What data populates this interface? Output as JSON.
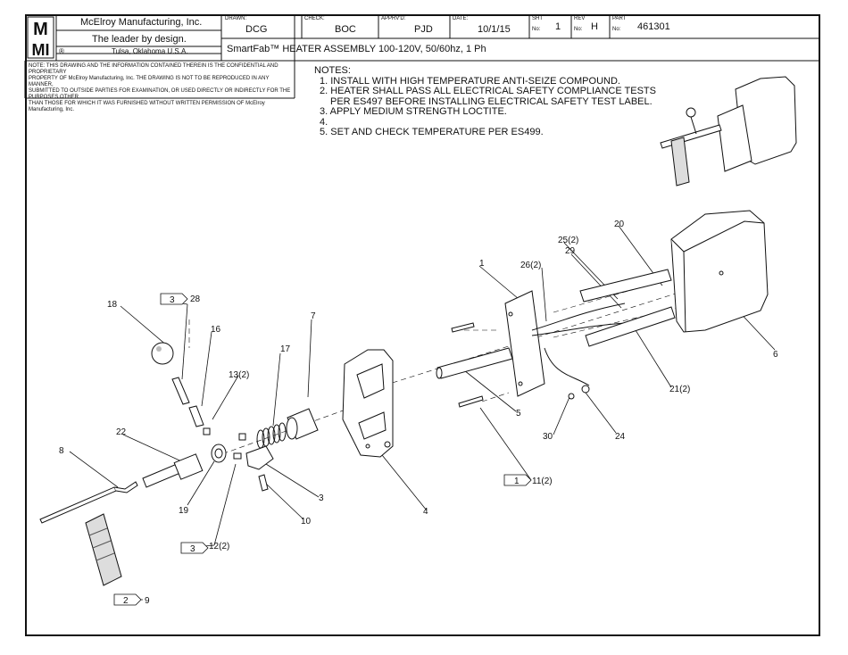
{
  "logo": {
    "line1": "M",
    "line2": "MI"
  },
  "company": {
    "name": "McElroy Manufacturing, Inc.",
    "slogan": "The leader by design.",
    "location": "Tulsa, Oklahoma U.S.A.",
    "registered_mark": "®"
  },
  "title_block": {
    "drawn_label": "DRAWN:",
    "drawn_value": "DCG",
    "check_label": "CHECK:",
    "check_value": "BOC",
    "apprvd_label": "APPRV'D:",
    "apprvd_value": "PJD",
    "date_label": "DATE:",
    "date_value": "10/1/15",
    "sht_label": "SHT",
    "no_label": "No:",
    "sht_value": "1",
    "rev_label": "REV",
    "rev_value": "H",
    "part_label": "PART",
    "part_value": "461301",
    "title": "SmartFab™ HEATER ASSEMBLY 100-120V, 50/60hz, 1 Ph"
  },
  "confidential_note": [
    "NOTE: THIS DRAWING AND THE INFORMATION CONTAINED THEREIN IS THE CONFIDENTIAL AND PROPRIETARY",
    "PROPERTY OF McElroy Manufacturing, Inc. THE DRAWING IS NOT TO BE REPRODUCED IN ANY MANNER,",
    "SUBMITTED TO OUTSIDE PARTIES FOR EXAMINATION, OR USED DIRECTLY OR INDIRECTLY FOR THE PURPOSES OTHER",
    "THAN THOSE FOR WHICH IT WAS FURNISHED WITHOUT WRITTEN PERMISSION OF McElroy Manufacturing, Inc."
  ],
  "notes": {
    "header": "NOTES:",
    "items": [
      "1. INSTALL WITH HIGH TEMPERATURE ANTI-SEIZE COMPOUND.",
      "2. HEATER SHALL PASS ALL ELECTRICAL SAFETY COMPLIANCE TESTS",
      "PER ES497 BEFORE INSTALLING ELECTRICAL SAFETY TEST LABEL.",
      "3. APPLY MEDIUM STRENGTH LOCTITE.",
      "4.",
      "5. SET AND CHECK TEMPERATURE PER ES499."
    ]
  },
  "balloons": {
    "b1": "1",
    "b3": "3",
    "b4": "4",
    "b5": "5",
    "b6": "6",
    "b7": "7",
    "b8": "8",
    "b9": "9",
    "b10": "10",
    "b12": "12(2)",
    "b13": "13(2)",
    "b16": "16",
    "b17": "17",
    "b18": "18",
    "b19": "19",
    "b20": "20",
    "b21": "21(2)",
    "b22": "22",
    "b24": "24",
    "b25": "25(2)",
    "b26": "26(2)",
    "b28": "28",
    "b29": "29",
    "b30": "30",
    "b11": "11(2)"
  },
  "note_flags": {
    "f28": "3",
    "f12": "3",
    "f11": "1",
    "f9": "2"
  }
}
